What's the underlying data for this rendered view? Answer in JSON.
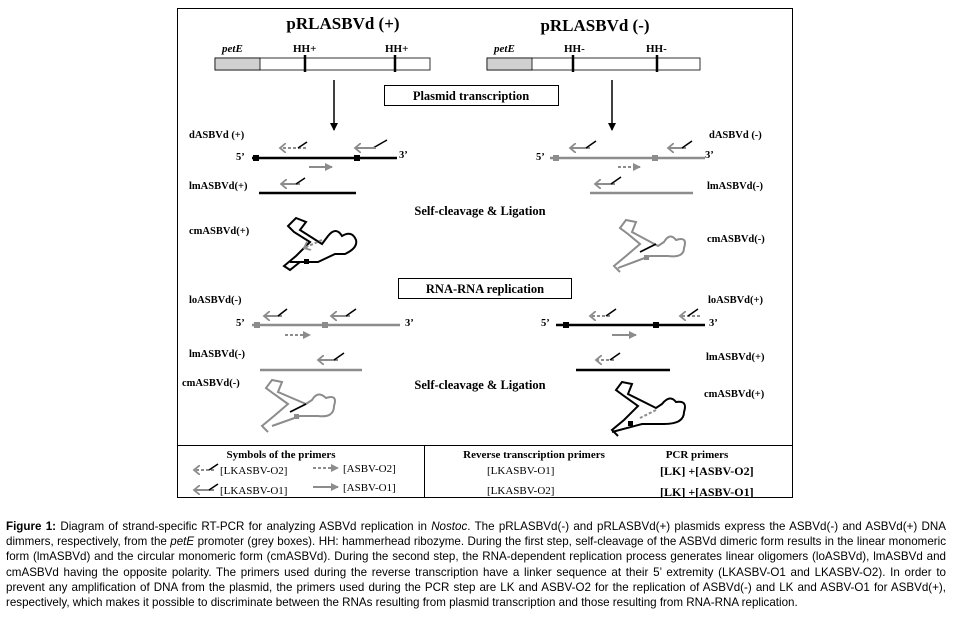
{
  "plasmids": {
    "plus_title": "pRLASBVd (+)",
    "minus_title": "pRLASBVd (-)",
    "promoter": "petE",
    "hh_plus": "HH+",
    "hh_minus": "HH-"
  },
  "steps": {
    "plasmid_transcription": "Plasmid transcription",
    "self_cleavage_ligation": "Self-cleavage & Ligation",
    "rna_rna_replication": "RNA-RNA replication"
  },
  "labels": {
    "dasbvd_plus": "dASBVd (+)",
    "dasbvd_minus": "dASBVd (-)",
    "lmasbvd_plus": "lmASBVd(+)",
    "lmasbvd_minus": "lmASBVd(-)",
    "cmasbvd_plus": "cmASBVd(+)",
    "cmasbvd_minus": "cmASBVd(-)",
    "loasbvd_minus": "loASBVd(-)",
    "loasbvd_plus": "loASBVd(+)",
    "five_prime": "5’",
    "three_prime": "3’"
  },
  "legend": {
    "symbols_header": "Symbols of the primers",
    "lkasbv_o2": "[LKASBV-O2]",
    "asbv_o2": "[ASBV-O2]",
    "lkasbv_o1": "[LKASBV-O1]",
    "asbv_o1": "[ASBV-O1]",
    "rt_header": "Reverse transcription primers",
    "rt_primer_1": "[LKASBV-O1]",
    "rt_primer_2": "[LKASBV-O2]",
    "pcr_header": "PCR primers",
    "pcr_primer_1": "[LK] +[ASBV-O2]",
    "pcr_primer_2": "[LK] +[ASBV-O1]"
  },
  "caption": {
    "label": "Figure 1:",
    "part1": " Diagram of strand-specific RT-PCR for analyzing ASBVd replication in ",
    "organism": "Nostoc",
    "part2": ". The pRLASBVd(-) and pRLASBVd(+) plasmids express the ASBVd(-) and ASBVd(+) DNA dimmers, respectively, from the ",
    "promoter": "petE",
    "part3": " promoter (grey boxes).  HH: hammerhead ribozyme.  During the first step, self-cleavage of the ASBVd dimeric form results in the linear monomeric form (lmASBVd) and the circular monomeric form (cmASBVd). During the second step, the RNA-dependent replication process generates linear oligomers (loASBVd), lmASBVd and cmASBVd having the opposite polarity. The primers used during the reverse transcription have a linker sequence at their 5’ extremity (LKASBV-O1 and LKASBV-O2). In order to prevent any amplification of DNA from the plasmid, the primers used during the PCR step are LK and ASBV-O2 for the replication of ASBVd(-)  and LK and ASBV-O1 for ASBVd(+), respectively, which makes it possible to discriminate between the RNAs resulting from plasmid transcription and those resulting from RNA-RNA replication."
  },
  "colors": {
    "black": "#000000",
    "grey_strand": "#8c8c8c",
    "promoter_box": "#d0d0d0"
  }
}
